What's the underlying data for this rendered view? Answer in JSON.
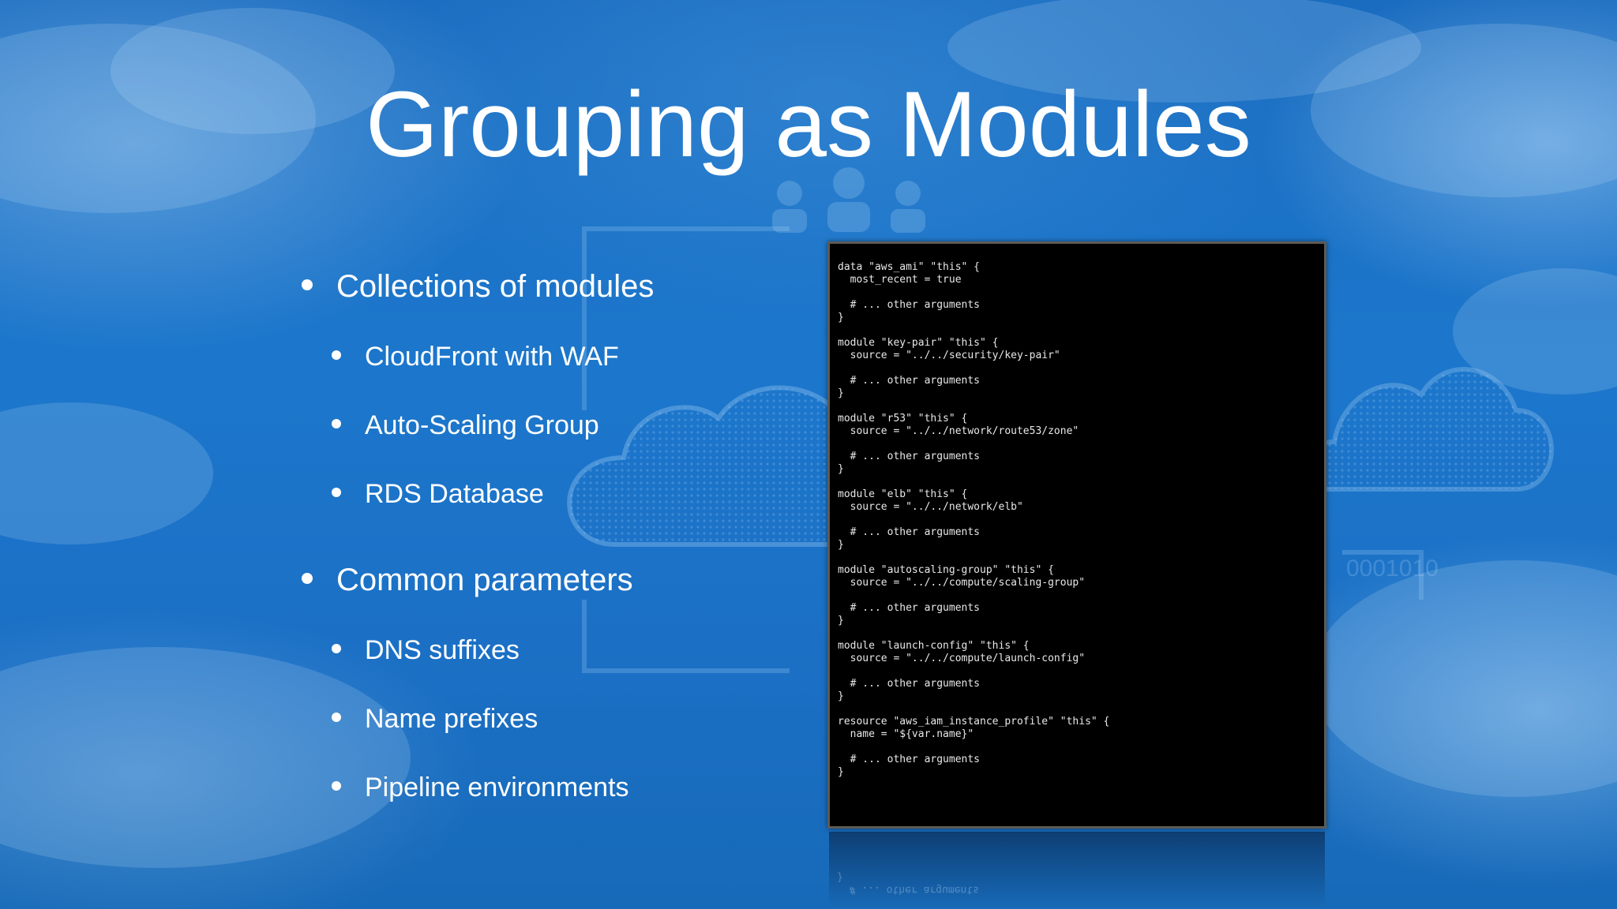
{
  "slide": {
    "title": "Grouping as Modules",
    "bullets": [
      {
        "level": 1,
        "text": "Collections of modules"
      },
      {
        "level": 2,
        "text": "CloudFront with WAF"
      },
      {
        "level": 2,
        "text": "Auto-Scaling Group"
      },
      {
        "level": 2,
        "text": "RDS Database"
      },
      {
        "level": 1,
        "text": "Common parameters"
      },
      {
        "level": 2,
        "text": "DNS suffixes"
      },
      {
        "level": 2,
        "text": "Name prefixes"
      },
      {
        "level": 2,
        "text": "Pipeline environments"
      }
    ],
    "code": "data \"aws_ami\" \"this\" {\n  most_recent = true\n\n  # ... other arguments\n}\n\nmodule \"key-pair\" \"this\" {\n  source = \"../../security/key-pair\"\n\n  # ... other arguments\n}\n\nmodule \"r53\" \"this\" {\n  source = \"../../network/route53/zone\"\n\n  # ... other arguments\n}\n\nmodule \"elb\" \"this\" {\n  source = \"../../network/elb\"\n\n  # ... other arguments\n}\n\nmodule \"autoscaling-group\" \"this\" {\n  source = \"../../compute/scaling-group\"\n\n  # ... other arguments\n}\n\nmodule \"launch-config\" \"this\" {\n  source = \"../../compute/launch-config\"\n\n  # ... other arguments\n}\n\nresource \"aws_iam_instance_profile\" \"this\" {\n  name = \"${var.name}\"\n\n  # ... other arguments\n}",
    "code_reflection": "  # ... other arguments\n}"
  },
  "colors": {
    "background": "#1b72c6",
    "text": "#ffffff",
    "code_background": "#000000",
    "code_text": "#e8e8e8"
  }
}
